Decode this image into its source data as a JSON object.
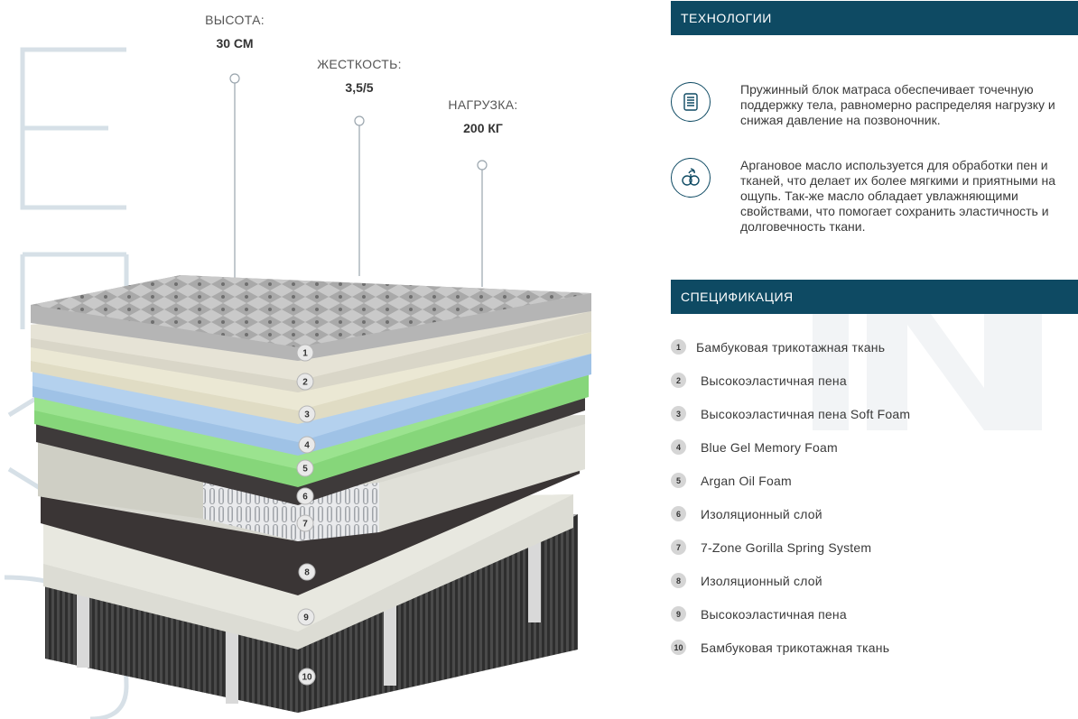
{
  "params": {
    "height": {
      "label": "ВЫСОТА:",
      "value": "30 СМ"
    },
    "firmness": {
      "label": "ЖЕСТКОСТЬ:",
      "value": "3,5/5"
    },
    "load": {
      "label": "НАГРУЗКА:",
      "value": "200 КГ"
    }
  },
  "technologies": {
    "title": "ТЕХНОЛОГИИ",
    "items": [
      {
        "icon": "spring-icon",
        "text": "Пружинный блок матраса обеспечивает точечную поддержку тела, равномерно распределяя нагрузку и снижая давление на позвоночник."
      },
      {
        "icon": "argan-icon",
        "text": "Аргановое масло используется для обработки пен и тканей, что делает их более мягкими и приятными на ощупь. Так-же масло обладает увлажняющими свойствами, что помогает сохранить эластичность и долговечность ткани."
      }
    ]
  },
  "specification": {
    "title": "СПЕЦИФИКАЦИЯ",
    "layers": [
      {
        "num": "1",
        "name": "Бамбуковая трикотажная ткань"
      },
      {
        "num": "2",
        "name": "Высокоэластичная пена"
      },
      {
        "num": "3",
        "name": "Высокоэластичная пена Soft Foam"
      },
      {
        "num": "4",
        "name": "Blue Gel Memory Foam"
      },
      {
        "num": "5",
        "name": "Argan Oil Foam"
      },
      {
        "num": "6",
        "name": "Изоляционный слой"
      },
      {
        "num": "7",
        "name": "7-Zone Gorilla Spring System"
      },
      {
        "num": "8",
        "name": "Изоляционный слой"
      },
      {
        "num": "9",
        "name": "Высокоэластичная пена"
      },
      {
        "num": "10",
        "name": "Бамбуковая трикотажная ткань"
      }
    ]
  },
  "colors": {
    "accent": "#0e4a63",
    "green_layer": "#86d67a",
    "blue_layer": "#9fc2e6",
    "cream_layer": "#e6e2cc",
    "dark_layer": "#3a3a3a"
  }
}
